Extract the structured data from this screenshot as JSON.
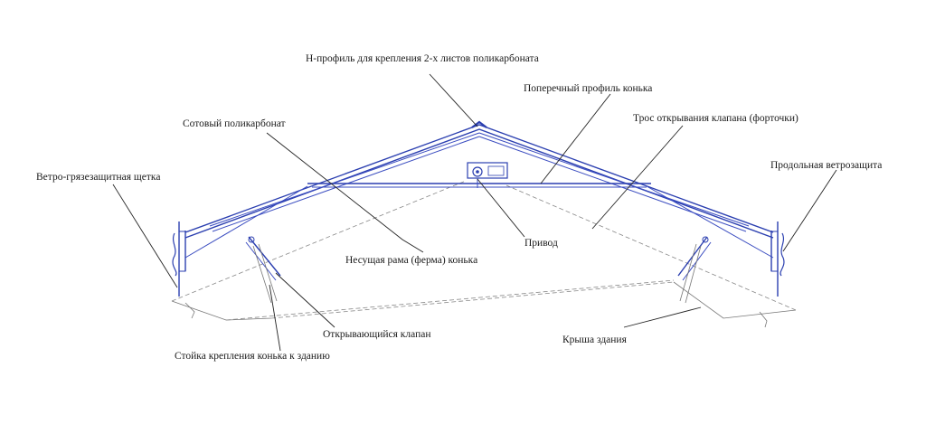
{
  "labels": {
    "h_profile": "Н-профиль для крепления 2-х листов поликарбоната",
    "cross_profile": "Поперечный профиль конька",
    "cellular_pc": "Сотовый поликарбонат",
    "cable": "Трос открывания клапана (форточки)",
    "brush": "Ветро-грязезащитная щетка",
    "long_wind": "Продольная ветрозащита",
    "drive": "Привод",
    "frame_truss": "Несущая рама (ферма) конька",
    "valve": "Открывающийся клапан",
    "roof": "Крыша здания",
    "post": "Стойка крепления конька к зданию"
  },
  "colors": {
    "frame": "#2b3fb0",
    "text": "#1a1a1a",
    "leader": "#222222"
  }
}
